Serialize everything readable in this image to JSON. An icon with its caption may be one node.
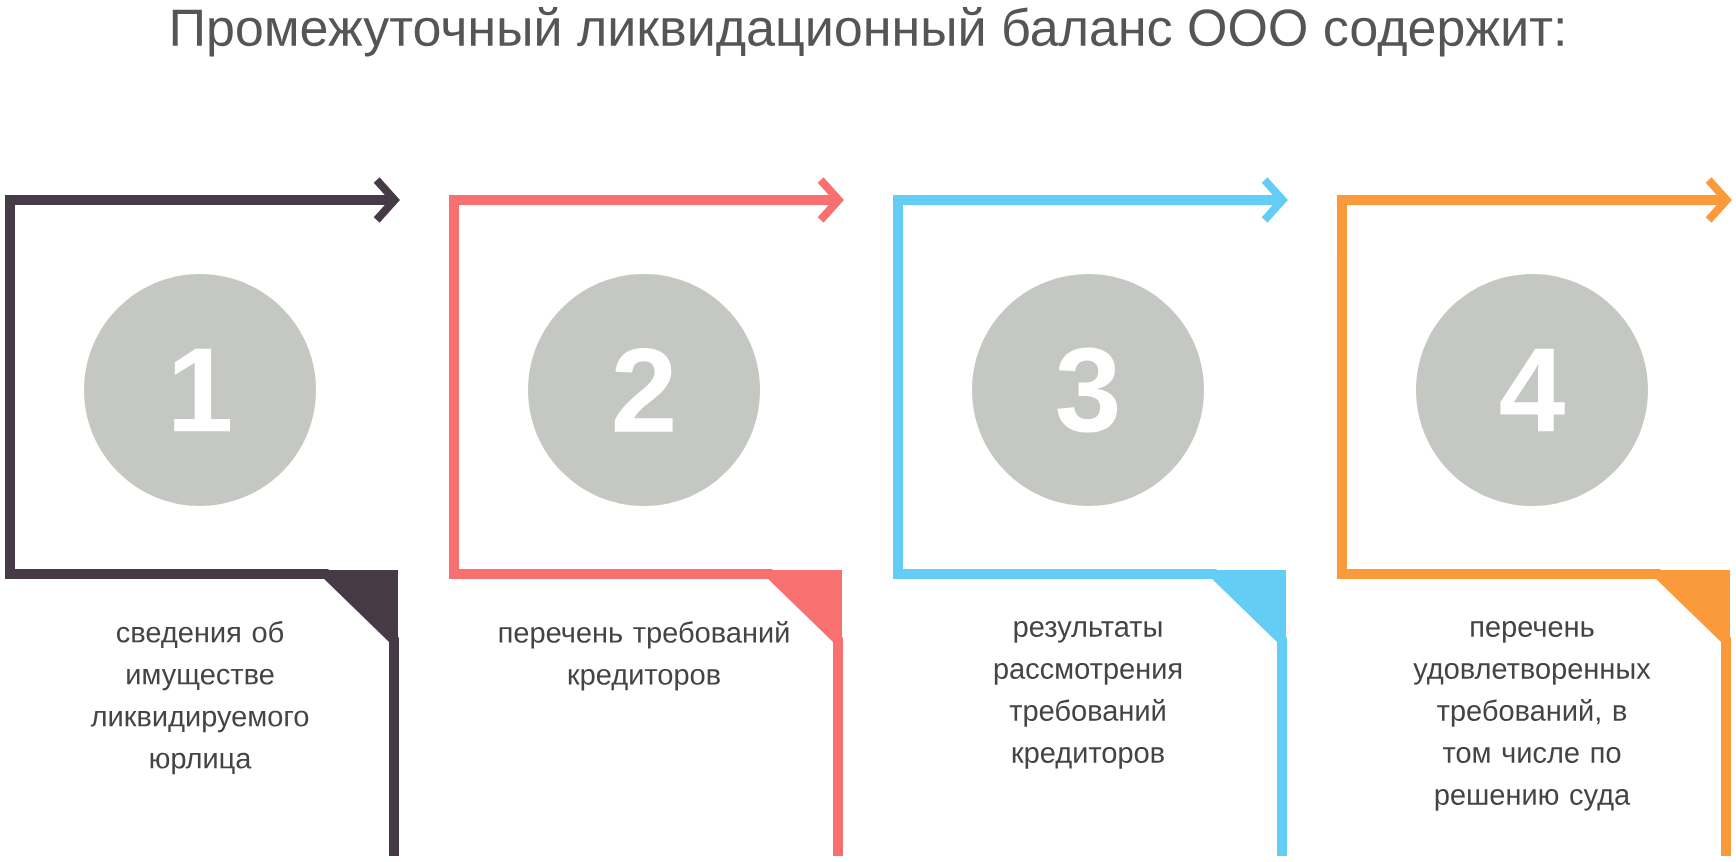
{
  "diagram": {
    "title": "Промежуточный ликвидационный баланс ООО содержит:",
    "nodes": [
      {
        "text": [
          "1"
        ],
        "beside": [
          "сведения об имуществе ликвидируемого юрлица"
        ]
      },
      {
        "text": [
          "2"
        ],
        "beside": [
          "перечень требований кредиторов"
        ]
      },
      {
        "text": [
          "3"
        ],
        "beside": [
          "результаты рассмотрения требований кредиторов"
        ]
      },
      {
        "text": [
          "4"
        ],
        "beside": [
          "перечень удовлетворенных требований, в том числе по решению суда"
        ]
      }
    ]
  }
}
